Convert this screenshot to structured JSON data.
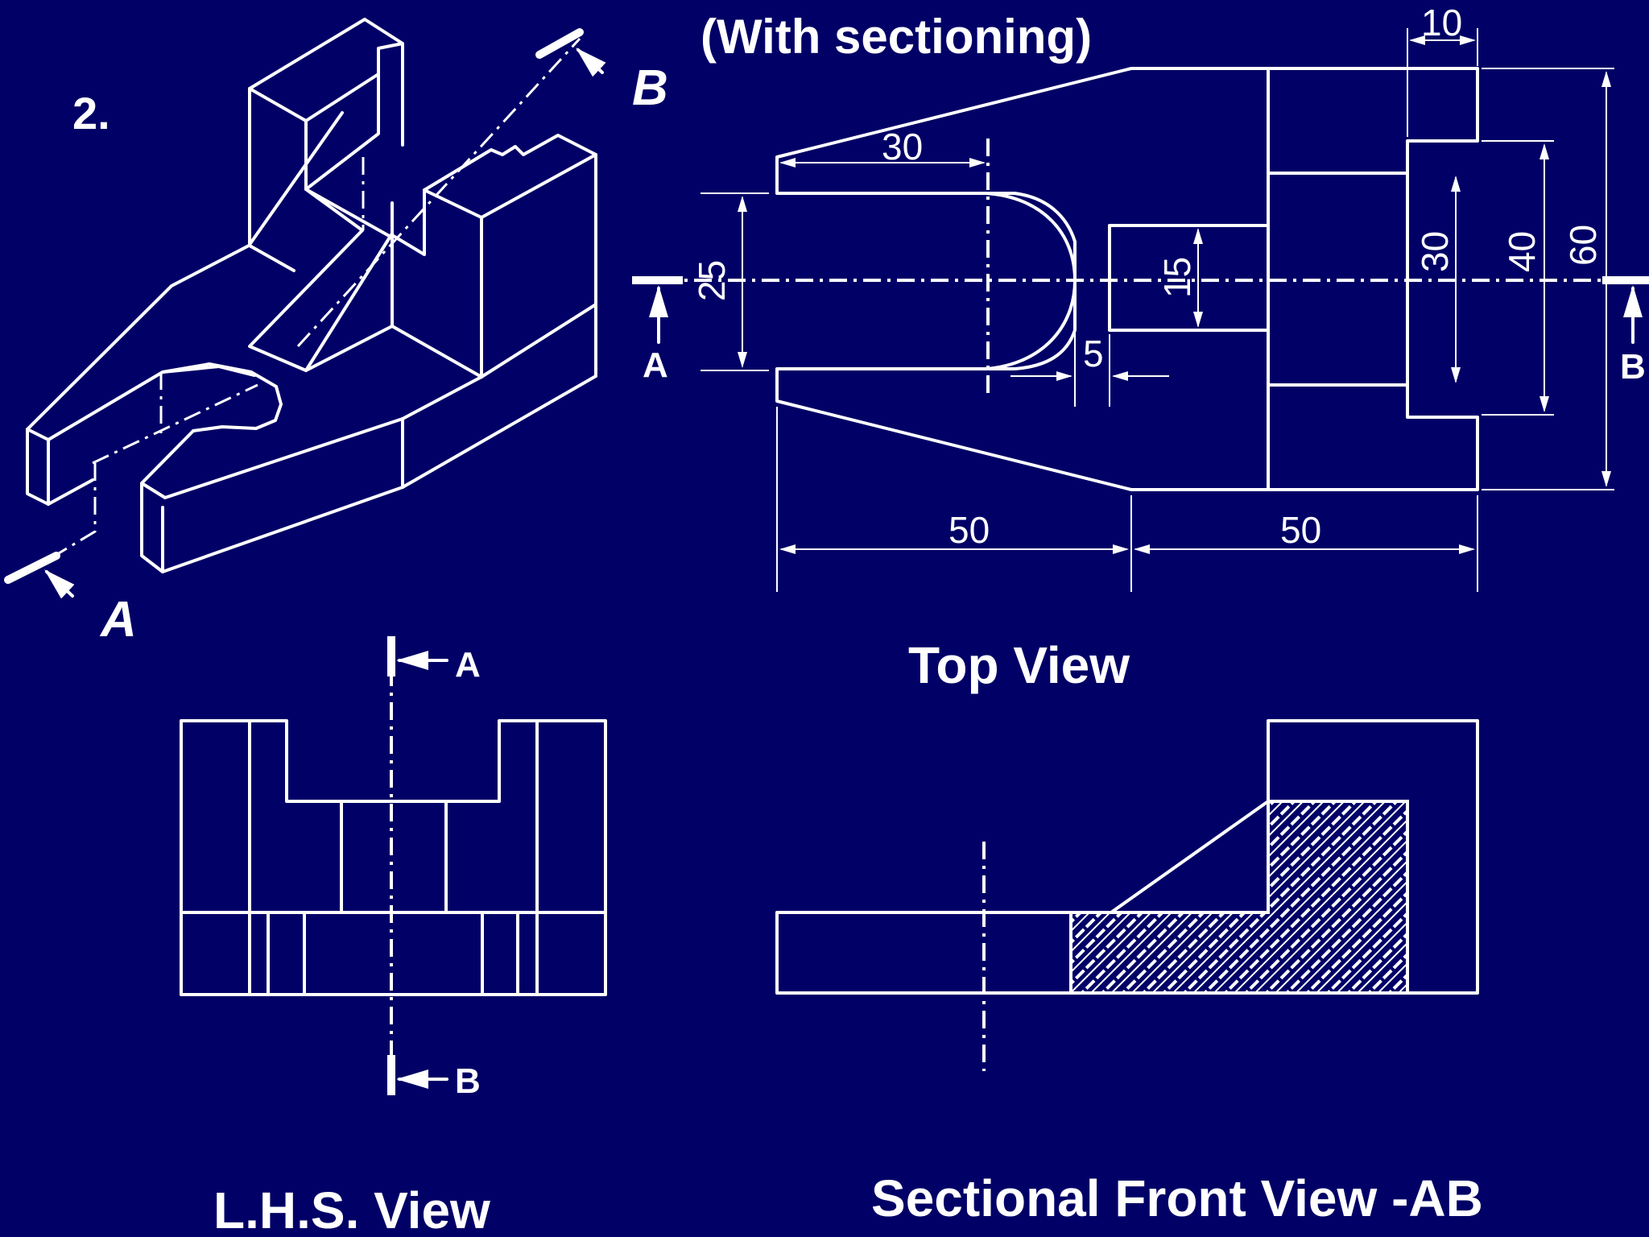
{
  "problem_number": "2.",
  "subtitle": "(With sectioning)",
  "iso": {
    "section_A": "A",
    "section_B": "B"
  },
  "top_view": {
    "title": "Top View",
    "cut_A": "A",
    "cut_B": "B",
    "dims": {
      "d10": "10",
      "d30_top": "30",
      "d25": "25",
      "d15": "15",
      "d5": "5",
      "d30_right": "30",
      "d40": "40",
      "d60": "60",
      "d50_left": "50",
      "d50_right": "50"
    }
  },
  "lhs_view": {
    "title": "L.H.S. View",
    "cut_A": "A",
    "cut_B": "B"
  },
  "front_view": {
    "title": "Sectional Front View -AB"
  },
  "colors": {
    "background": "#000066",
    "lines": "#ffffff"
  }
}
